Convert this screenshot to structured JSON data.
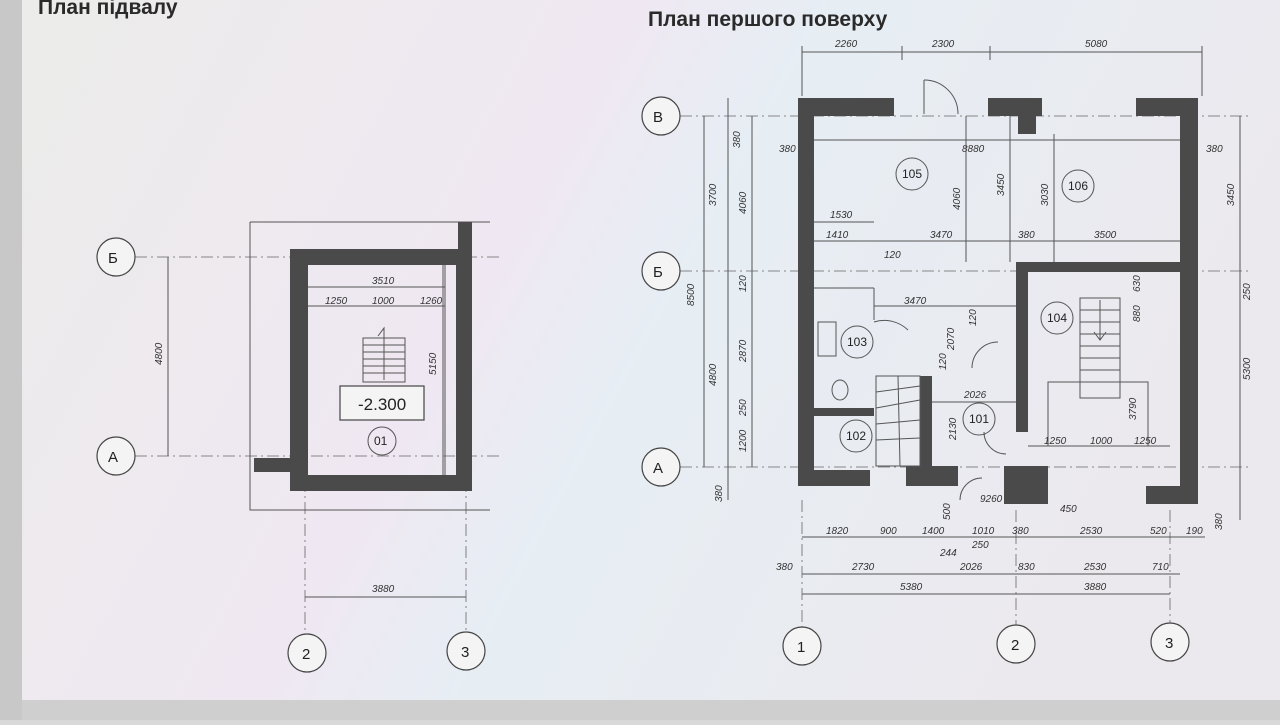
{
  "basement": {
    "title": "План підвалу",
    "axes": {
      "a": "А",
      "b": "Б",
      "col2": "2",
      "col3": "3"
    },
    "dims": {
      "inner_width": "3510",
      "seg1": "1250",
      "seg2": "1000",
      "seg3": "1260",
      "height_left": "4800",
      "height_right": "5150",
      "bottom": "3880"
    },
    "level": "-2.300",
    "room": "01"
  },
  "ground": {
    "title": "План першого поверху",
    "axes": {
      "v": "В",
      "b": "Б",
      "a": "А",
      "col1": "1",
      "col2": "2",
      "col3": "3"
    },
    "rooms": {
      "r101": "101",
      "r102": "102",
      "r103": "103",
      "r104": "104",
      "r105": "105",
      "r106": "106"
    },
    "dims": {
      "top1": "2260",
      "top2": "2300",
      "top3": "5080",
      "wall_left": "380",
      "wall_right": "380",
      "wall_top": "380",
      "span_8880": "8880",
      "left_3700": "3700",
      "left_4060": "4060",
      "left_8500": "8500",
      "left_4800": "4800",
      "left_2870": "2870",
      "left_1200": "1200",
      "left_250": "250",
      "left_120": "120",
      "bottom_380": "380",
      "d1530": "1530",
      "d1410": "1410",
      "d120": "120",
      "d3470": "3470",
      "d380": "380",
      "d3500": "3500",
      "d4060": "4060",
      "d3450": "3450",
      "d3030": "3030",
      "d3470b": "3470",
      "d120b": "120",
      "d2070": "2070",
      "d120c": "120",
      "d2026": "2026",
      "d2130": "2130",
      "d630": "630",
      "d880": "880",
      "d3790": "3790",
      "d1250a": "1250",
      "d1000": "1000",
      "d1250b": "1250",
      "right_3450": "3450",
      "right_250": "250",
      "right_5300": "5300",
      "right_380": "380",
      "d9260": "9260",
      "d450": "450",
      "b1820": "1820",
      "b900": "900",
      "b1400": "1400",
      "b1010": "1010",
      "b380": "380",
      "b2530": "2530",
      "b520": "520",
      "b190": "190",
      "b380l": "380",
      "b2730": "2730",
      "b244": "244",
      "b250": "250",
      "b2026": "2026",
      "b830": "830",
      "b2530b": "2530",
      "b710": "710",
      "b5380": "5380",
      "b3880": "3880",
      "b500": "500"
    }
  }
}
